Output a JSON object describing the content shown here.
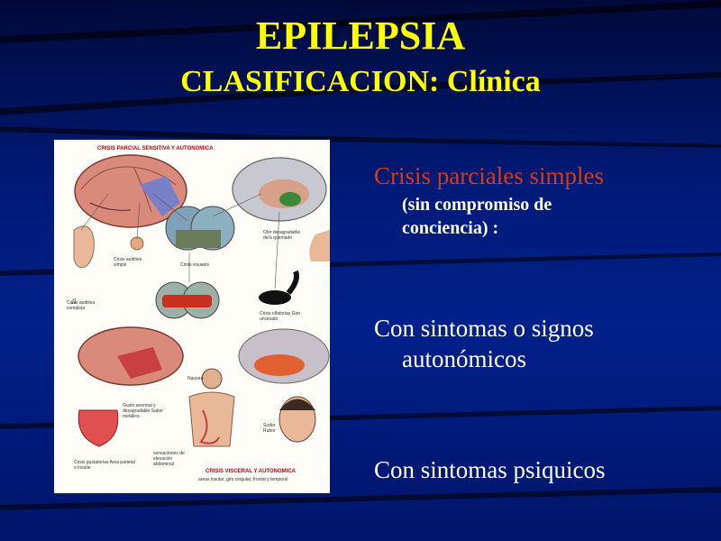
{
  "slide": {
    "title": "EPILEPSIA",
    "subtitle": "CLASIFICACION: Clínica",
    "bullets": [
      {
        "heading": "Crisis parciales simples",
        "detail": "(sin compromiso de conciencia) :"
      },
      {
        "line1": "Con sintomas o signos",
        "line2": "autonómicos"
      },
      {
        "heading": "Con sintomas psiquicos"
      }
    ]
  },
  "illustration": {
    "top_title": "CRISIS PARCIAL SENSITIVA Y AUTONOMICA",
    "bottom_title": "CRISIS VISCERAL Y AUTONOMICA",
    "bottom_subtitle": "areas insular, giro cingular, frontal y temporal",
    "labels": {
      "auditiva_simple": "Crisis auditiva simple",
      "visuales": "Crisis visuales",
      "olor": "Olor desagradable de/a quemado",
      "auditiva_compleja": "Crisis auditiva compleja",
      "olfatorias": "Crisis olfatorias Giro uncinado",
      "gusto": "Gusto anormal y desagradable Sabor metálico",
      "nausea": "Nausea",
      "gustatorias": "Crisis gustatorias Area parietal e insular",
      "abdominal": "sensaciones de elevación abdominal",
      "sudor": "Sudor Rubor"
    }
  }
}
